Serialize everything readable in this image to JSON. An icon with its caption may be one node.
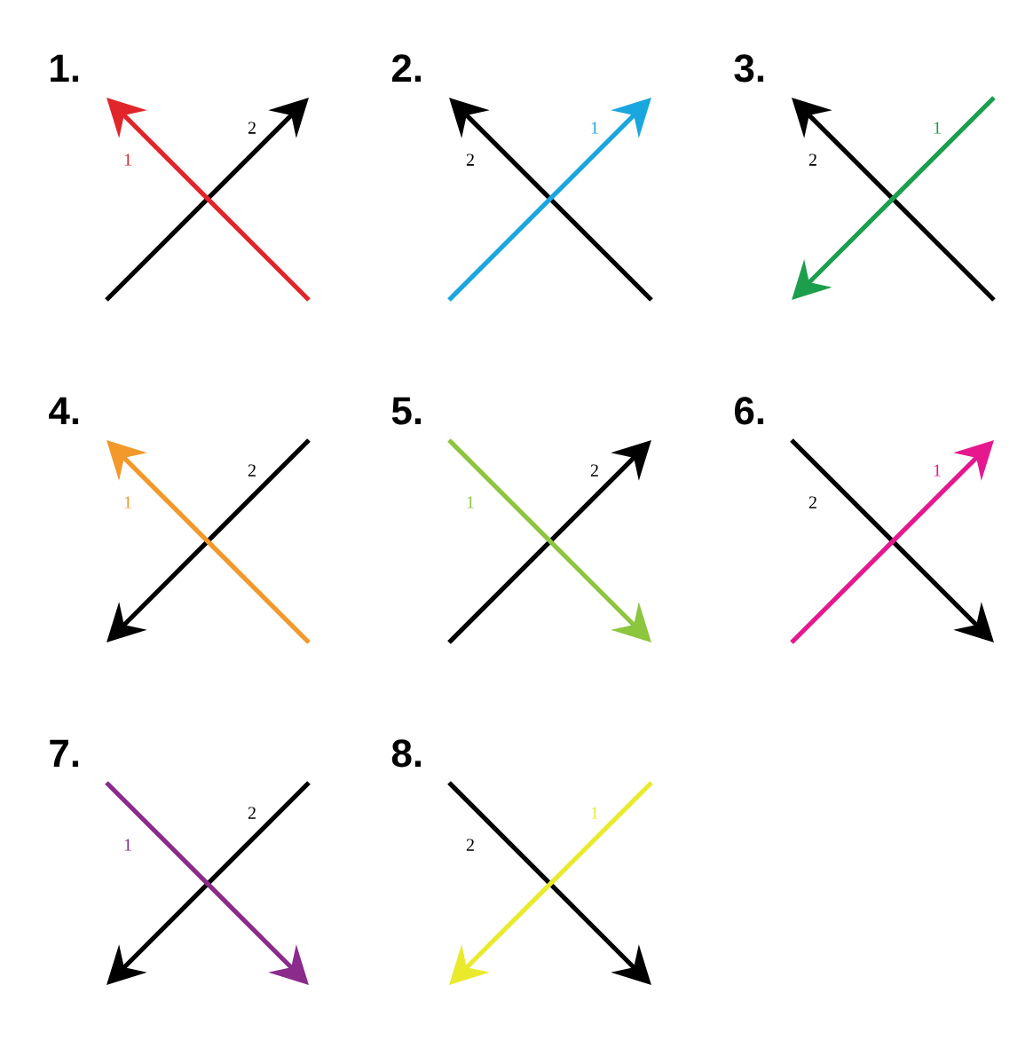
{
  "diagram": {
    "labels": [
      "1.",
      "2",
      "1",
      "2.",
      "1",
      "2",
      "3.",
      "1",
      "2",
      "4.",
      "2",
      "1",
      "5.",
      "2",
      "1",
      "6.",
      "1",
      "2",
      "7.",
      "2",
      "1",
      "8.",
      "1",
      "2"
    ]
  }
}
